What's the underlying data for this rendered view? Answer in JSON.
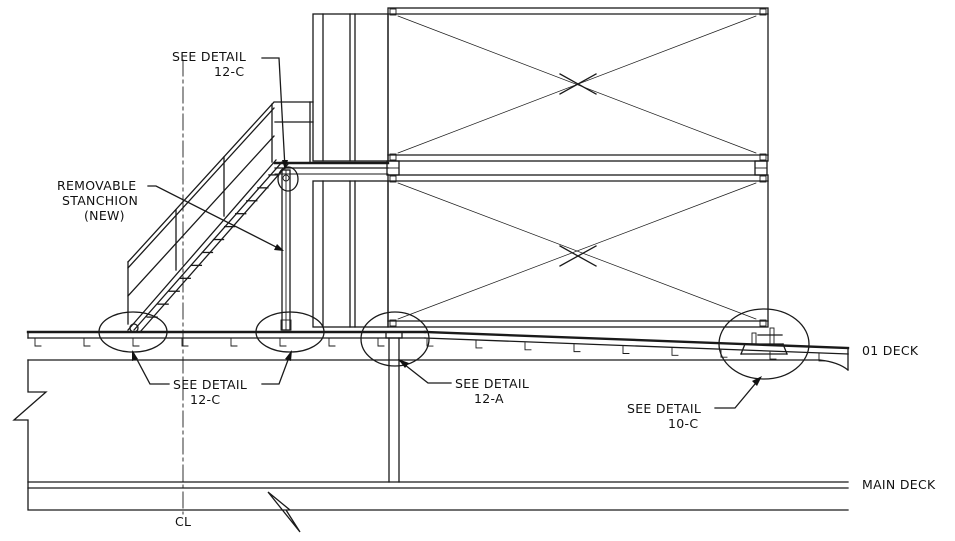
{
  "labels": {
    "detail_12c_top": [
      "SEE DETAIL",
      "12-C"
    ],
    "removable_stanchion": [
      "REMOVABLE",
      "STANCHION",
      "(NEW)"
    ],
    "detail_12c_bottom": [
      "SEE DETAIL",
      "12-C"
    ],
    "detail_12a": [
      "SEE DETAIL",
      "12-A"
    ],
    "detail_10c": [
      "SEE DETAIL",
      "10-C"
    ],
    "deck_01": "01 DECK",
    "main_deck": "MAIN DECK",
    "centerline": "CL"
  }
}
